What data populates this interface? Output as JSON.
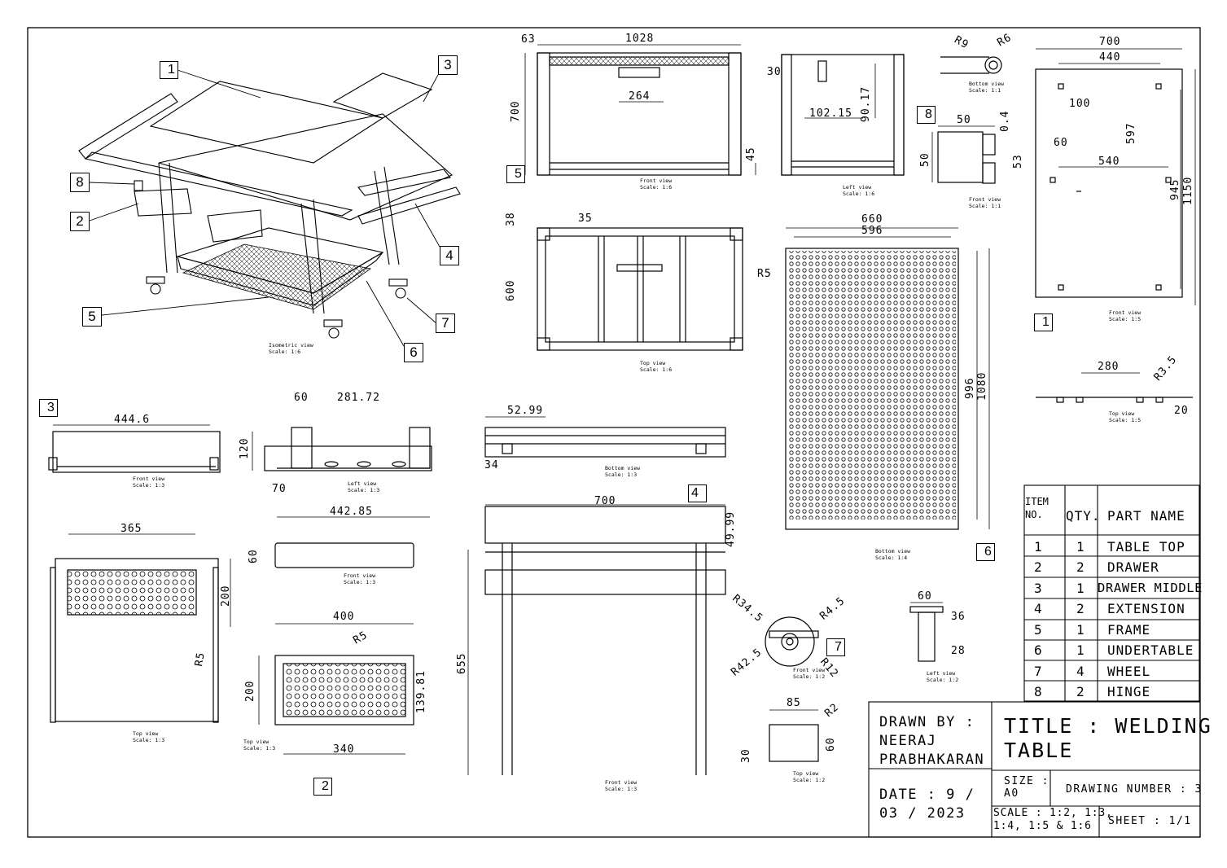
{
  "balloons": {
    "b1": "1",
    "b2": "2",
    "b3": "3",
    "b4": "4",
    "b5": "5",
    "b6": "6",
    "b7": "7",
    "b8": "8"
  },
  "views": {
    "isometric": "Isometric view\nScale: 1:6",
    "frame_front": "Front view\nScale: 1:6",
    "frame_left": "Left view\nScale: 1:6",
    "frame_top": "Top view\nScale: 1:6",
    "hinge_bottom": "Bottom view\nScale: 1:1",
    "hinge_front": "Front view\nScale: 1:1",
    "top_front": "Front view\nScale: 1:5",
    "top_top": "Top view\nScale: 1:5",
    "under_bottom": "Bottom view\nScale: 1:4",
    "dm_front": "Front view\nScale: 1:3",
    "dm_left": "Left view\nScale: 1:3",
    "ext_bottom": "Bottom view\nScale: 1:3",
    "ext_front": "Front view\nScale: 1:3",
    "dm_top": "Top view\nScale: 1:3",
    "dr_front": "Front view\nScale: 1:3",
    "dr_top": "Top view\nScale: 1:3",
    "wheel_front": "Front view\nScale: 1:2",
    "wheel_left": "Left view\nScale: 1:2",
    "wheel_top": "Top view\nScale: 1:2"
  },
  "dims": {
    "d63": "63",
    "d1028": "1028",
    "d700a": "700",
    "d264": "264",
    "d45": "45",
    "d30": "30",
    "d102": "102.15",
    "d90": "90.17",
    "r9": "R9",
    "r6": "R6",
    "d50": "50",
    "d04": "0.4",
    "d50b": "50",
    "d53": "53",
    "d700b": "700",
    "d440": "440",
    "d100": "100",
    "d597": "597",
    "d60": "60",
    "d540": "540",
    "d945": "945",
    "d1150": "1150",
    "d38": "38",
    "d35": "35",
    "d600": "600",
    "d660": "660",
    "d596": "596",
    "r5a": "R5",
    "d996": "996",
    "d1080": "1080",
    "d280": "280",
    "r35": "R3.5",
    "d20": "20",
    "d4446": "444.6",
    "d60b": "60",
    "d28172": "281.72",
    "d120": "120",
    "d70": "70",
    "d44285": "442.85",
    "d5299": "52.99",
    "d34": "34",
    "d700c": "700",
    "d4999": "49.99",
    "d655": "655",
    "d365": "365",
    "d200a": "200",
    "r5b": "R5",
    "d60c": "60",
    "d400": "400",
    "r5c": "R5",
    "d200b": "200",
    "d13981": "139.81",
    "d340": "340",
    "r345": "R34.5",
    "r45": "R4.5",
    "r425": "R42.5",
    "r12": "R12",
    "d60d": "60",
    "d36": "36",
    "d28": "28",
    "d85": "85",
    "r2": "R2",
    "d30b": "30",
    "d60e": "60"
  },
  "bom": {
    "header": {
      "item": "ITEM\nNO.",
      "qty": "QTY.",
      "name": "PART NAME"
    },
    "rows": [
      {
        "item": "1",
        "qty": "1",
        "name": "TABLE TOP"
      },
      {
        "item": "2",
        "qty": "2",
        "name": "DRAWER"
      },
      {
        "item": "3",
        "qty": "1",
        "name": "DRAWER MIDDLE"
      },
      {
        "item": "4",
        "qty": "2",
        "name": "EXTENSION"
      },
      {
        "item": "5",
        "qty": "1",
        "name": "FRAME"
      },
      {
        "item": "6",
        "qty": "1",
        "name": "UNDERTABLE"
      },
      {
        "item": "7",
        "qty": "4",
        "name": "WHEEL"
      },
      {
        "item": "8",
        "qty": "2",
        "name": "HINGE"
      }
    ]
  },
  "title_block": {
    "drawn_by": "DRAWN BY :\nNEERAJ\nPRABHAKARAN",
    "title": "TITLE : WELDING\nTABLE",
    "date": "DATE : 9 /\n03 / 2023",
    "size": "SIZE :\nA0",
    "drawing_number": "DRAWING NUMBER : 3",
    "scale": "SCALE : 1:2, 1:3,\n1:4, 1:5 & 1:6",
    "sheet": "SHEET : 1/1"
  }
}
